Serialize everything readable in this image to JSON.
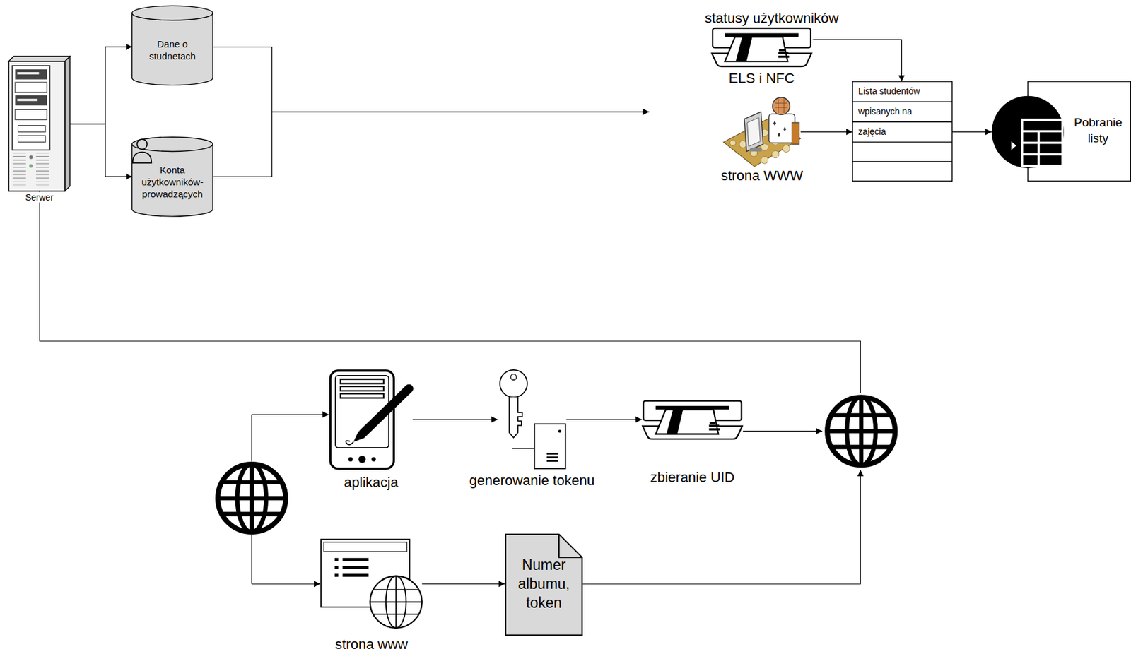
{
  "diagram": {
    "nodes": [
      {
        "text": [
          "Serwer"
        ]
      },
      {
        "text": [
          "Dane o studnetach"
        ]
      },
      {
        "text": [
          "Konta użytkowników-prowadzących"
        ]
      },
      {
        "text": [
          "statusy użytkowników",
          "ELS i NFC"
        ]
      },
      {
        "text": [
          "strona WWW"
        ]
      },
      {
        "text": [
          "Lista studentów wpisanych na zajęcia"
        ]
      },
      {
        "text": [
          "Pobranie listy"
        ]
      },
      {
        "text": [
          "aplikacja"
        ]
      },
      {
        "text": [
          "generowanie tokenu"
        ]
      },
      {
        "text": [
          "zbieranie UID"
        ]
      },
      {
        "text": [
          "strona www"
        ]
      },
      {
        "text": [
          "Numer albumu, token"
        ]
      }
    ],
    "edges": [
      {
        "from": 0,
        "to": 1,
        "arrow": "to"
      },
      {
        "from": 0,
        "to": 2,
        "arrow": "to"
      },
      {
        "from": 3,
        "to": 5,
        "arrow": "to"
      },
      {
        "from": 4,
        "to": 5,
        "arrow": "to"
      },
      {
        "from": 5,
        "to": 6,
        "arrow": "to"
      },
      {
        "from": 7,
        "to": 8,
        "arrow": "to"
      },
      {
        "from": 8,
        "to": 9,
        "arrow": "to"
      },
      {
        "from": 10,
        "to": 11,
        "arrow": "to"
      }
    ]
  }
}
